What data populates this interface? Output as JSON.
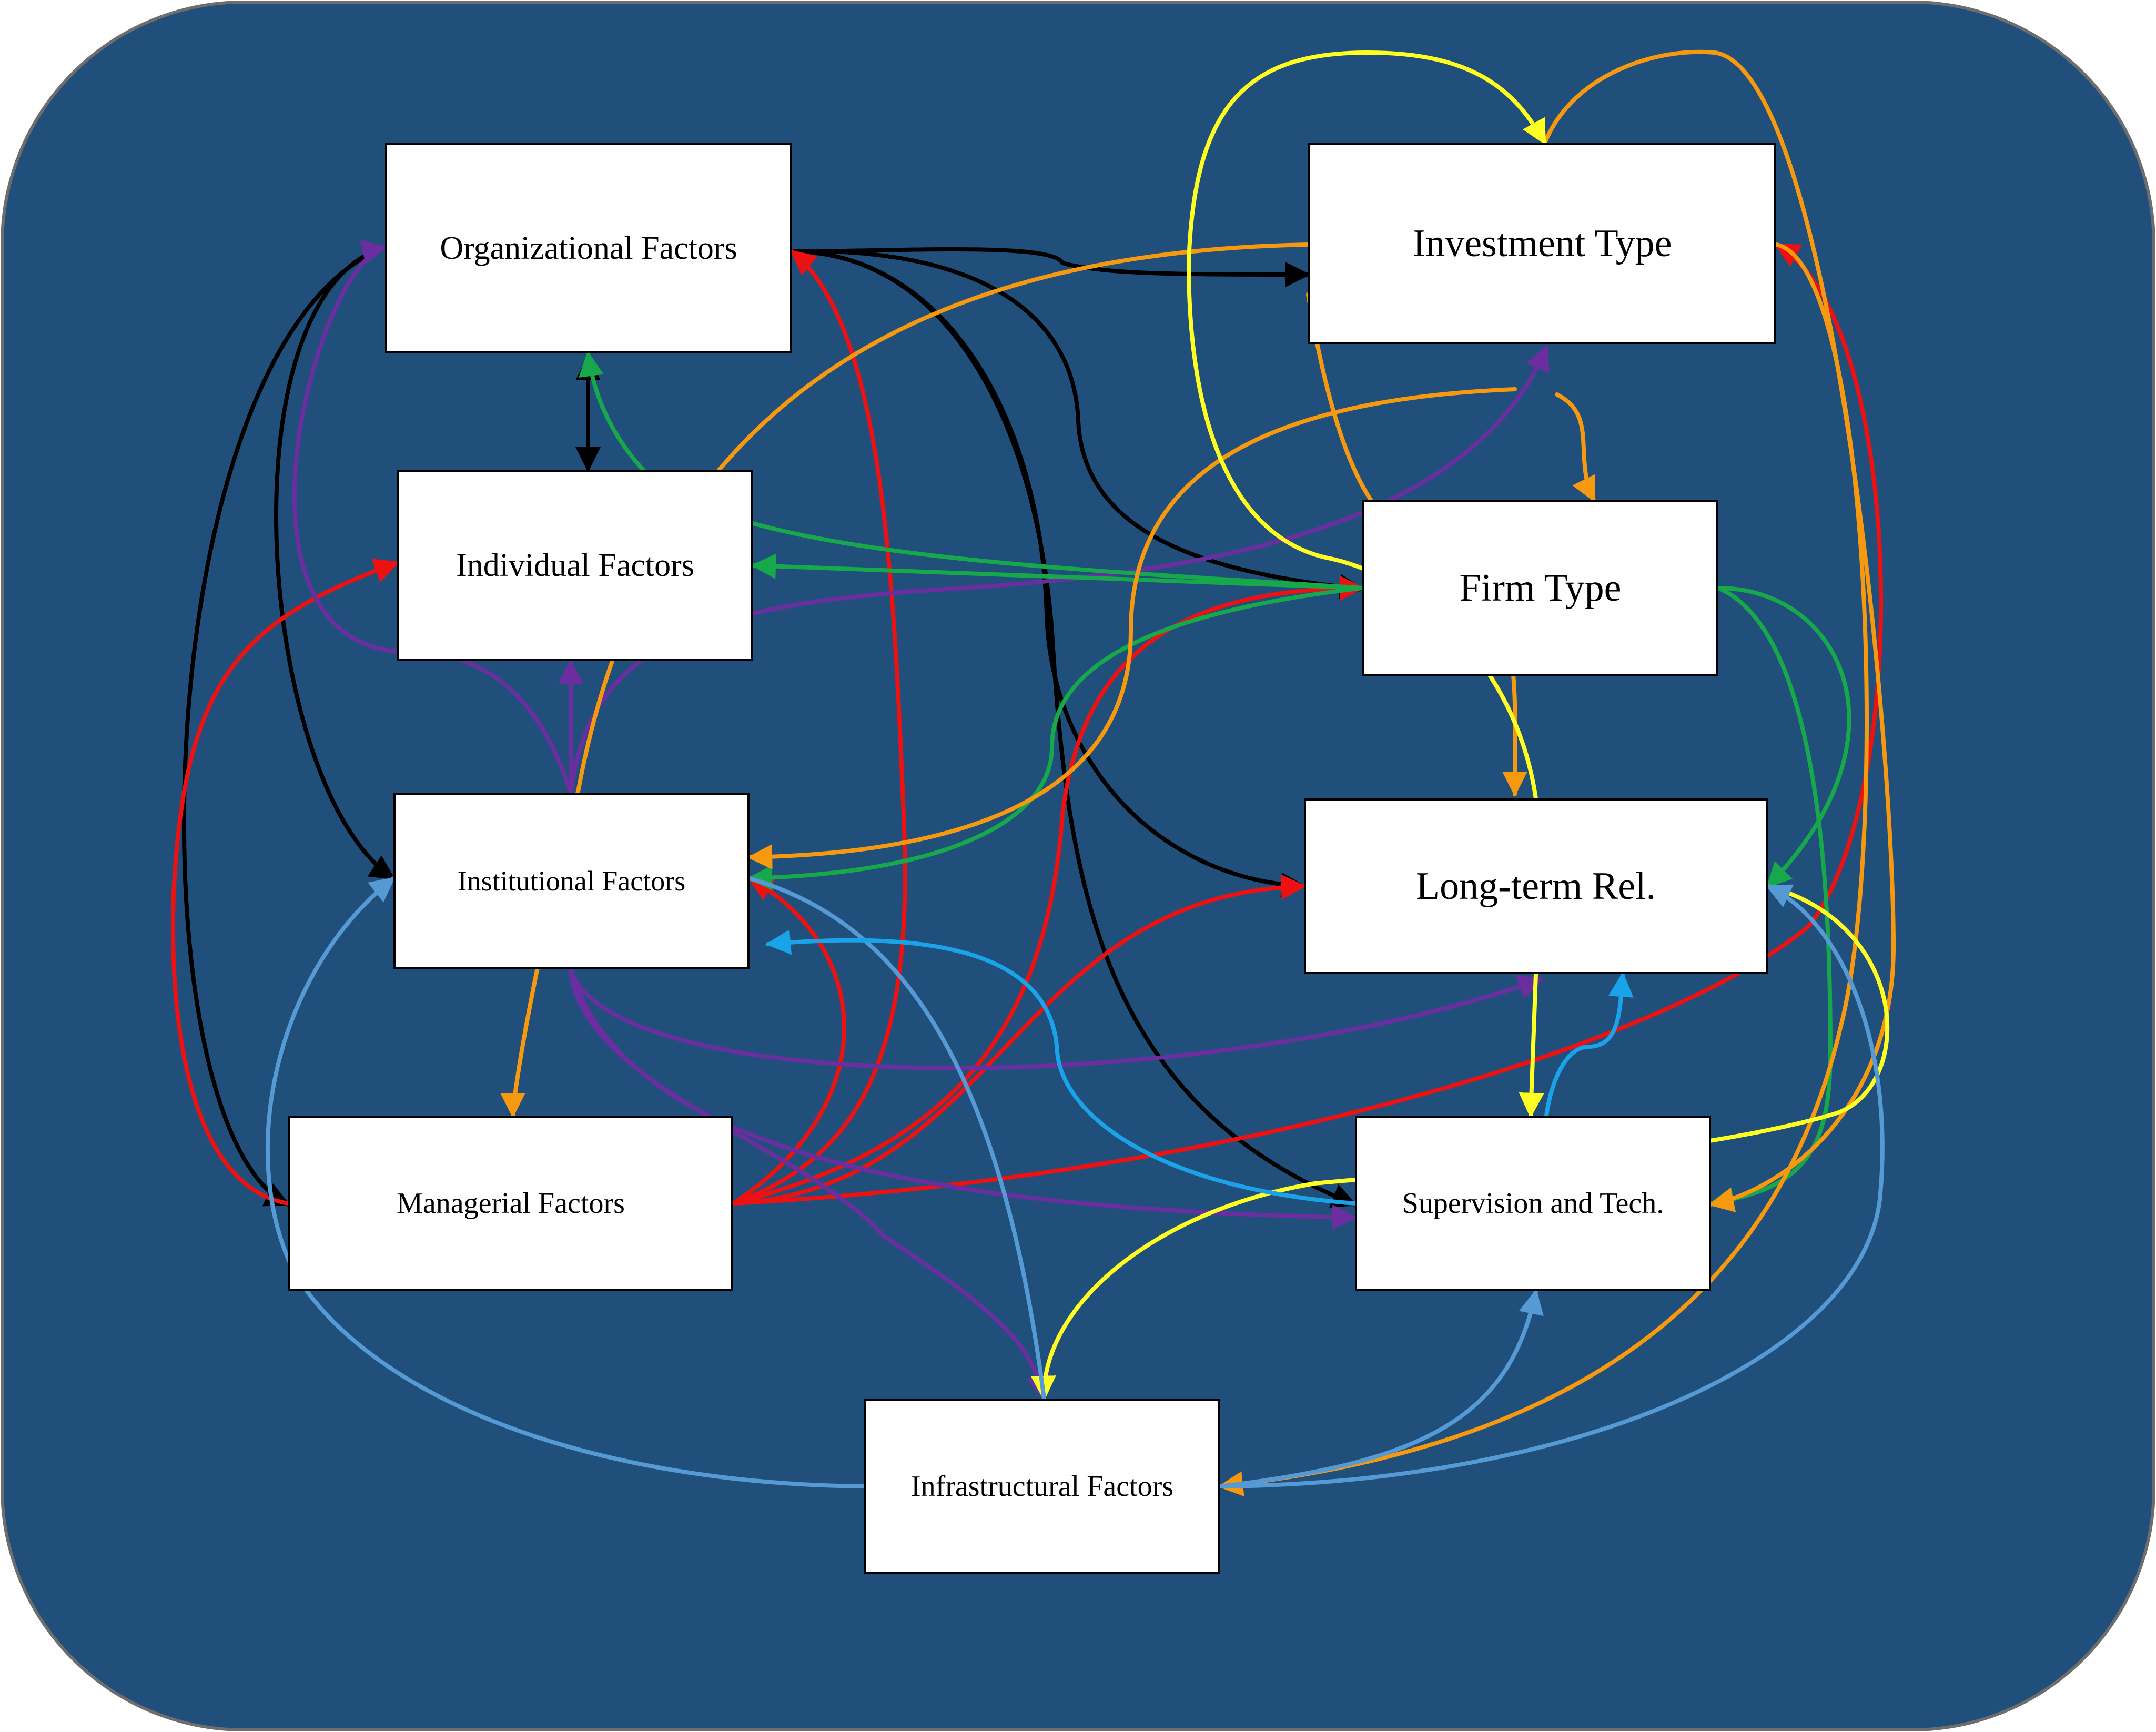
{
  "colors": {
    "background_panel": "#214f7b",
    "panel_border": "#6d6d6d",
    "node_fill": "#ffffff",
    "black_edge": "#000000",
    "red_edge": "#ee1111",
    "orange_edge": "#f7990e",
    "yellow_edge": "#ffff22",
    "green_edge": "#16a84a",
    "purple_edge": "#6a2ea0",
    "steelblue_edge": "#5599d5",
    "cyan_edge": "#1aa3e8"
  },
  "nodes": {
    "organizational": "Organizational Factors",
    "individual": "Individual Factors",
    "institutional": "Institutional Factors",
    "managerial": "Managerial Factors",
    "infrastructural": "Infrastructural Factors",
    "investment_type": "Investment Type",
    "firm_type": "Firm Type",
    "long_term": "Long-term Rel.",
    "supervision": "Supervision and Tech."
  },
  "edges": [
    {
      "id": "org-ind",
      "from": "organizational",
      "to": "individual",
      "color": "black"
    },
    {
      "id": "org-inst",
      "from": "organizational",
      "to": "institutional",
      "color": "black"
    },
    {
      "id": "org-man",
      "from": "organizational",
      "to": "managerial",
      "color": "black"
    },
    {
      "id": "org-inv",
      "from": "organizational",
      "to": "investment_type",
      "color": "black"
    },
    {
      "id": "org-firm",
      "from": "organizational",
      "to": "firm_type",
      "color": "black"
    },
    {
      "id": "org-lt",
      "from": "organizational",
      "to": "long_term",
      "color": "black"
    },
    {
      "id": "org-sup",
      "from": "organizational",
      "to": "supervision",
      "color": "black"
    },
    {
      "id": "man-org",
      "from": "managerial",
      "to": "organizational",
      "color": "red"
    },
    {
      "id": "man-ind",
      "from": "managerial",
      "to": "individual",
      "color": "red"
    },
    {
      "id": "man-inst",
      "from": "managerial",
      "to": "institutional",
      "color": "red"
    },
    {
      "id": "man-firm",
      "from": "managerial",
      "to": "firm_type",
      "color": "red"
    },
    {
      "id": "man-lt",
      "from": "managerial",
      "to": "long_term",
      "color": "red"
    },
    {
      "id": "man-inv",
      "from": "managerial",
      "to": "investment_type",
      "color": "red"
    },
    {
      "id": "inst-org",
      "from": "institutional",
      "to": "organizational",
      "color": "purple"
    },
    {
      "id": "inst-ind",
      "from": "institutional",
      "to": "individual",
      "color": "purple"
    },
    {
      "id": "inst-inv",
      "from": "institutional",
      "to": "investment_type",
      "color": "purple"
    },
    {
      "id": "inst-lt",
      "from": "institutional",
      "to": "long_term",
      "color": "purple"
    },
    {
      "id": "inst-sup",
      "from": "institutional",
      "to": "supervision",
      "color": "purple"
    },
    {
      "id": "inst-infra",
      "from": "institutional",
      "to": "infrastructural",
      "color": "purple"
    },
    {
      "id": "firm-org",
      "from": "firm_type",
      "to": "organizational",
      "color": "green"
    },
    {
      "id": "firm-ind",
      "from": "firm_type",
      "to": "individual",
      "color": "green"
    },
    {
      "id": "firm-inst",
      "from": "firm_type",
      "to": "institutional",
      "color": "green"
    },
    {
      "id": "firm-lt",
      "from": "firm_type",
      "to": "long_term",
      "color": "green"
    },
    {
      "id": "firm-sup",
      "from": "firm_type",
      "to": "supervision",
      "color": "green"
    },
    {
      "id": "inv-man",
      "from": "investment_type",
      "to": "managerial",
      "color": "orange"
    },
    {
      "id": "inv-lt",
      "from": "investment_type",
      "to": "long_term",
      "color": "orange"
    },
    {
      "id": "inv-firm",
      "from": "investment_type",
      "to": "firm_type",
      "color": "orange"
    },
    {
      "id": "inv-inst",
      "from": "investment_type",
      "to": "institutional",
      "color": "orange"
    },
    {
      "id": "inv-sup",
      "from": "investment_type",
      "to": "supervision",
      "color": "orange"
    },
    {
      "id": "inv-infra",
      "from": "investment_type",
      "to": "infrastructural",
      "color": "orange"
    },
    {
      "id": "lt-sup",
      "from": "long_term",
      "to": "supervision",
      "color": "yellow"
    },
    {
      "id": "lt-inv",
      "from": "long_term",
      "to": "investment_type",
      "color": "yellow"
    },
    {
      "id": "lt-infra",
      "from": "long_term",
      "to": "infrastructural",
      "color": "yellow"
    },
    {
      "id": "infra-inst",
      "from": "infrastructural",
      "to": "institutional",
      "color": "steelblue"
    },
    {
      "id": "infra-sup",
      "from": "infrastructural",
      "to": "supervision",
      "color": "steelblue"
    },
    {
      "id": "infra-lt",
      "from": "infrastructural",
      "to": "long_term",
      "color": "steelblue"
    },
    {
      "id": "sup-inst",
      "from": "supervision",
      "to": "institutional",
      "color": "cyan"
    },
    {
      "id": "sup-lt",
      "from": "supervision",
      "to": "long_term",
      "color": "cyan"
    }
  ]
}
